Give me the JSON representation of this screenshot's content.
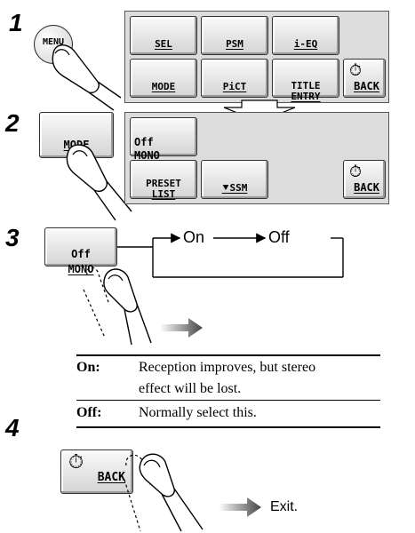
{
  "steps": {
    "s1": "1",
    "s2": "2",
    "s3": "3",
    "s4": "4"
  },
  "step1": {
    "menu_button": "MENU",
    "buttons": {
      "sel": "SEL",
      "psm": "PSM",
      "ieq": "i-EQ",
      "mode": "MODE",
      "pict": "PiCT",
      "title1": "TITLE",
      "title2": "ENTRY",
      "back": "BACK"
    }
  },
  "step2": {
    "mode_button": "MODE",
    "buttons": {
      "off": "Off",
      "mono": "MONO",
      "preset1": "PRESET",
      "preset2": "LIST",
      "ssm": "SSM",
      "back": "BACK"
    }
  },
  "step3": {
    "button_line1": "Off",
    "button_line2": "MONO",
    "flow_on": "On",
    "flow_off": "Off"
  },
  "table": {
    "rows": [
      {
        "term": "On:",
        "desc_line1": "Reception improves, but stereo",
        "desc_line2": "effect will be lost."
      },
      {
        "term": "Off:",
        "desc_line1": "Normally select this."
      }
    ]
  },
  "step4": {
    "back": "BACK",
    "exit": "Exit."
  }
}
